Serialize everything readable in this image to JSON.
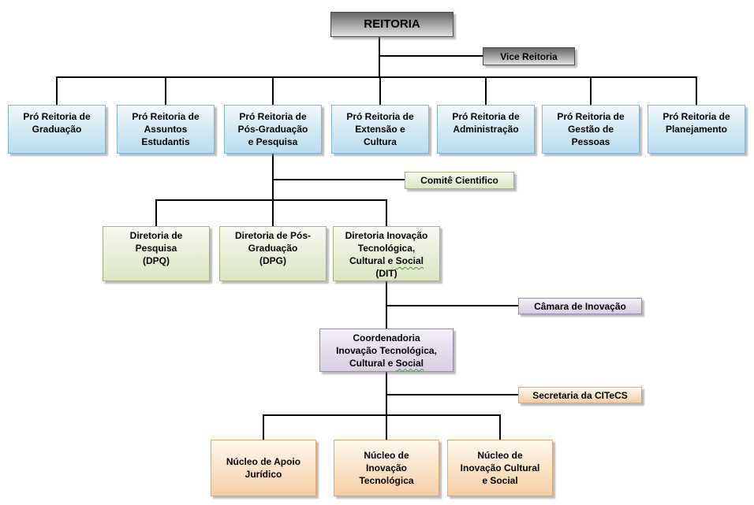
{
  "root": {
    "label": "REITORIA"
  },
  "vice_reitoria": {
    "label": "Vice Reitoria"
  },
  "pro_reitorias": [
    {
      "lines": [
        "Pró Reitoria de",
        "Graduação"
      ]
    },
    {
      "lines": [
        "Pró Reitoria de",
        "Assuntos",
        "Estudantis"
      ]
    },
    {
      "lines": [
        "Pró Reitoria de",
        "Pós-Graduação",
        "e Pesquisa"
      ]
    },
    {
      "lines": [
        "Pró Reitoria de",
        "Extensão e",
        "Cultura"
      ]
    },
    {
      "lines": [
        "Pró Reitoria de",
        "Administração"
      ]
    },
    {
      "lines": [
        "Pró Reitoria de",
        "Gestão de",
        "Pessoas"
      ]
    },
    {
      "lines": [
        "Pró Reitoria de",
        "Planejamento"
      ]
    }
  ],
  "comite": {
    "label": "Comitê Cientifico"
  },
  "diretorias": [
    {
      "lines": [
        "Diretoria de",
        "Pesquisa",
        "(DPQ)"
      ]
    },
    {
      "lines": [
        "Diretoria de Pós-",
        "Graduação",
        "(DPG)"
      ]
    },
    {
      "line1": "Diretoria Inovação",
      "line2": "Tecnológica,",
      "line3_pre": "Cultural e ",
      "line3_wavy": "Social",
      "line4": "(DIT)"
    }
  ],
  "camara": {
    "label": "Câmara de Inovação"
  },
  "coordenadoria": {
    "line1": "Coordenadoria",
    "line2": "Inovação Tecnológica,",
    "line3_pre": "Cultural e ",
    "line3_wavy": "Social"
  },
  "secretaria": {
    "label": "Secretaria da CITeCS"
  },
  "nucleos": [
    {
      "lines": [
        "Núcleo de Apoio",
        "Jurídico"
      ]
    },
    {
      "lines": [
        "Núcleo de",
        "Inovação",
        "Tecnológica"
      ]
    },
    {
      "lines": [
        "Núcleo de",
        "Inovação Cultural",
        "e Social"
      ]
    }
  ],
  "colors": {
    "connector": "#000000",
    "gray_box_top": "#666666",
    "gray_box_bottom": "#e2e2e2",
    "blue_box_top": "#f1f9fd",
    "blue_box_bottom": "#b9dcee",
    "blue_box_border": "#85b7d0",
    "green_box_top": "#f7faf0",
    "green_box_bottom": "#dbe5c4",
    "green_box_border": "#a9b284",
    "purple_box_top": "#f4f1f8",
    "purple_box_bottom": "#d8cfe4",
    "purple_box_border": "#978cab",
    "orange_box_top": "#fdf8f1",
    "orange_box_bottom": "#f6cda4",
    "orange_box_border": "#dfa671",
    "spellcheck_underline": "#3a9a3a"
  }
}
